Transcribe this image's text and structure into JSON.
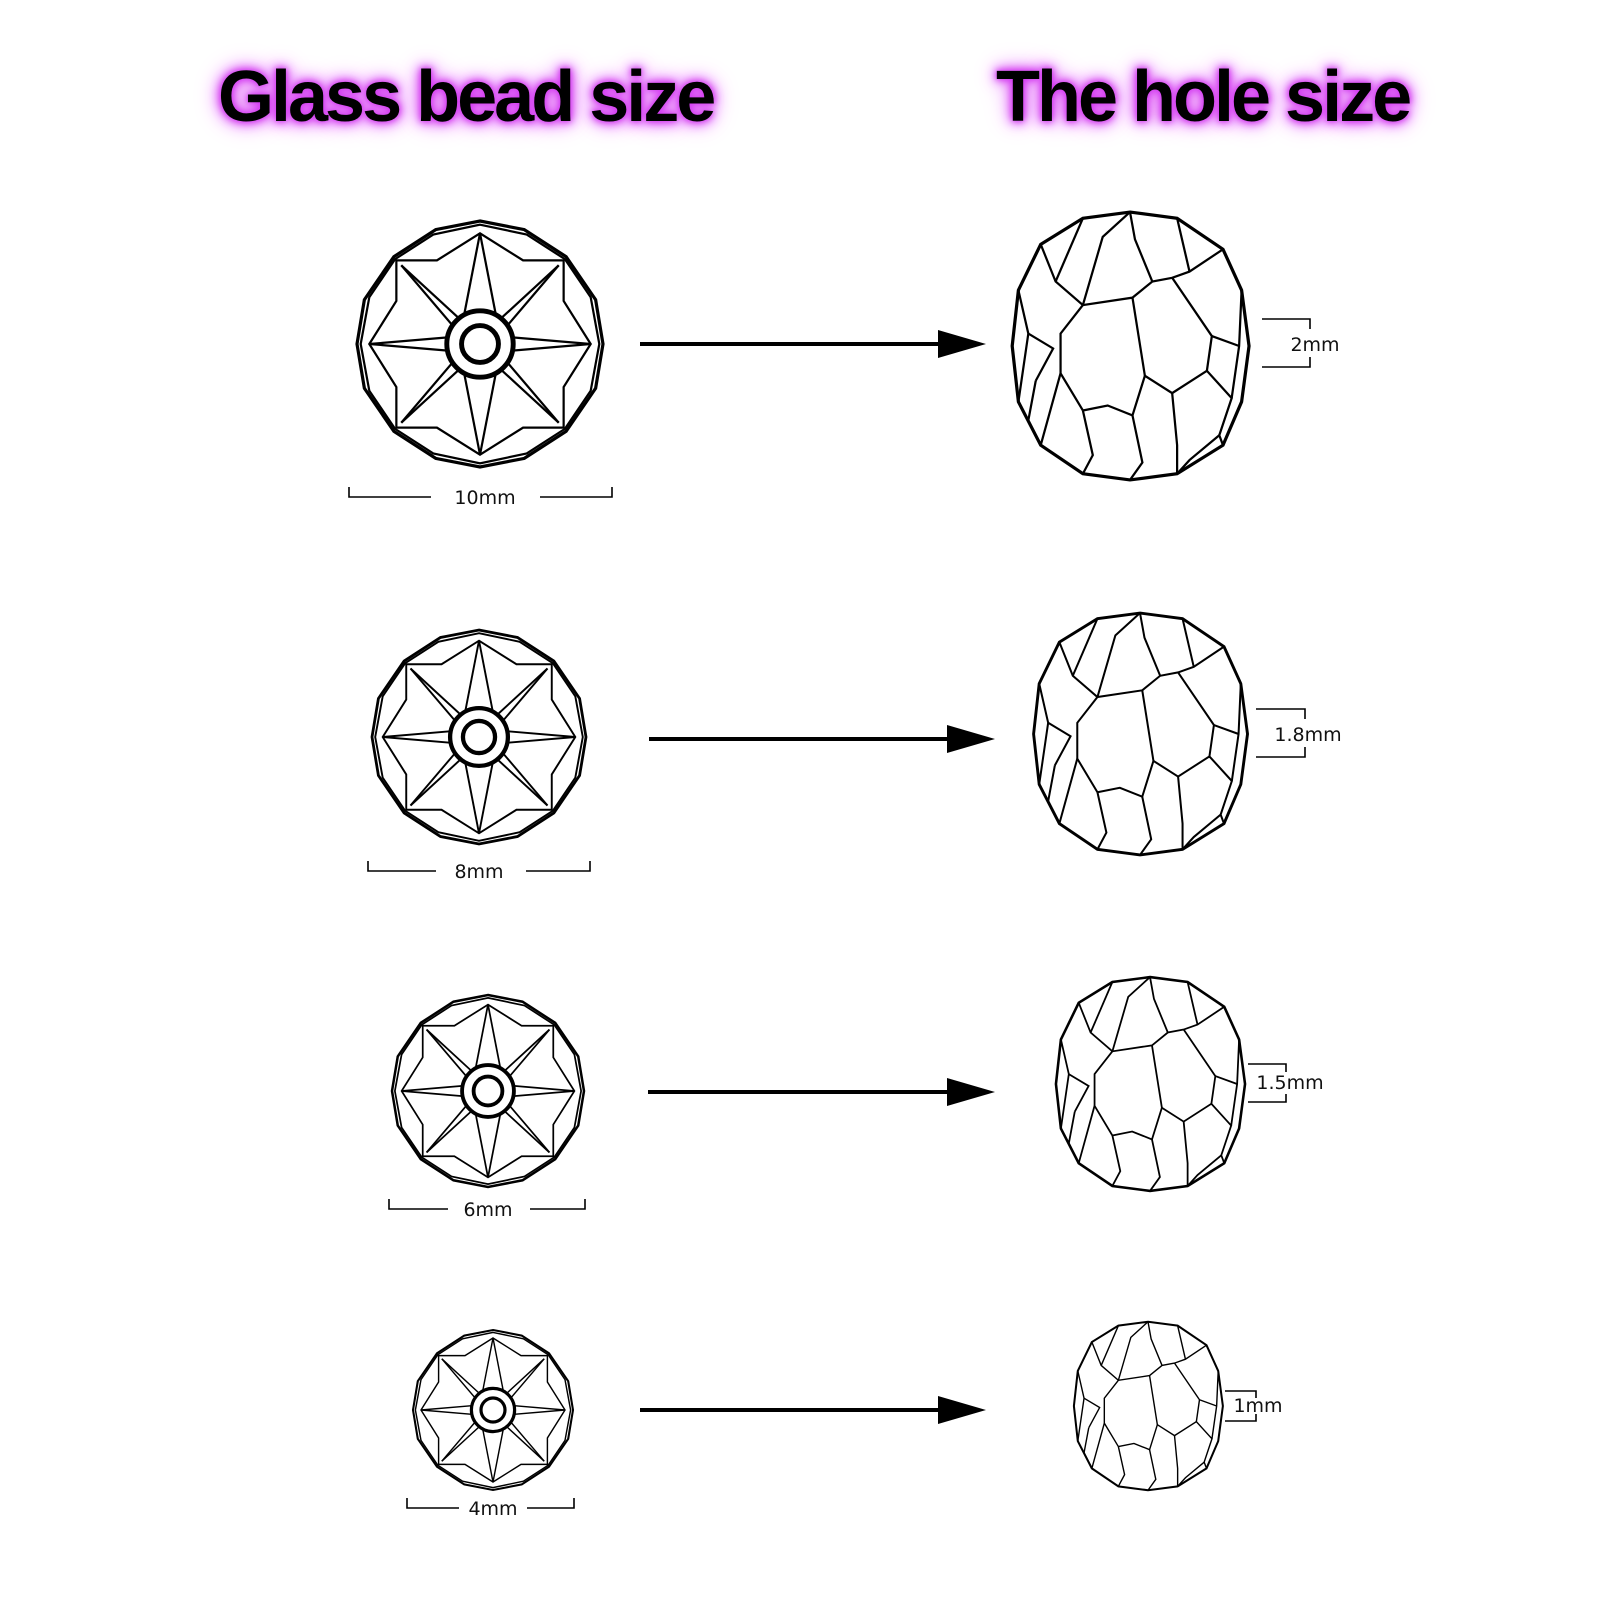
{
  "headings": {
    "left": "Glass bead size",
    "right": "The hole size"
  },
  "colors": {
    "heading_text": "#000000",
    "heading_glow": "#d23bf0",
    "line": "#000000",
    "background": "#ffffff"
  },
  "rows": [
    {
      "bead_size": "10mm",
      "hole_size": "2mm"
    },
    {
      "bead_size": "8mm",
      "hole_size": "1.8mm"
    },
    {
      "bead_size": "6mm",
      "hole_size": "1.5mm"
    },
    {
      "bead_size": "4mm",
      "hole_size": "1mm"
    }
  ]
}
